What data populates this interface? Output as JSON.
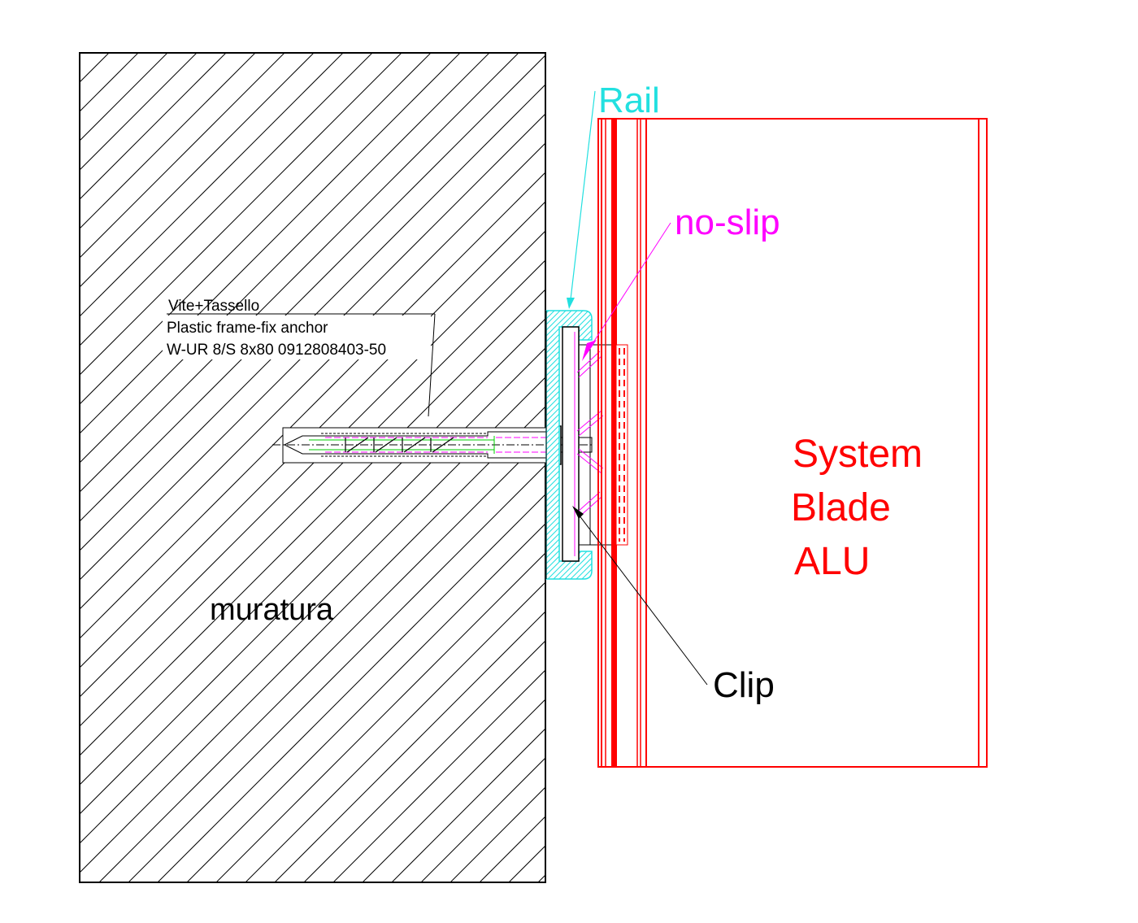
{
  "title": "Wall fixing detail — System Blade ALU",
  "colors": {
    "wall": "#000000",
    "rail": "#22e0e0",
    "no_slip": "#ff00ff",
    "blade": "#ff0000",
    "anchor_green": "#00cc00",
    "clip": "#000000",
    "background": "#ffffff"
  },
  "labels": {
    "rail": "Rail",
    "no_slip": "no-slip",
    "system": "System",
    "blade": "Blade",
    "alu": "ALU",
    "clip": "Clip",
    "wall": "muratura"
  },
  "anchor_callout": {
    "line1": "Vite+Tassello",
    "line2": "Plastic frame-fix anchor",
    "line3": "W-UR 8/S 8x80 0912808403-50"
  },
  "components": [
    {
      "id": "wall",
      "name": "muratura",
      "material": "masonry (hatched)"
    },
    {
      "id": "anchor",
      "name": "Vite+Tassello",
      "spec": "W-UR 8/S 8x80 0912808403-50"
    },
    {
      "id": "rail",
      "name": "Rail"
    },
    {
      "id": "no-slip",
      "name": "no-slip"
    },
    {
      "id": "clip",
      "name": "Clip"
    },
    {
      "id": "blade",
      "name": "System Blade ALU"
    }
  ]
}
